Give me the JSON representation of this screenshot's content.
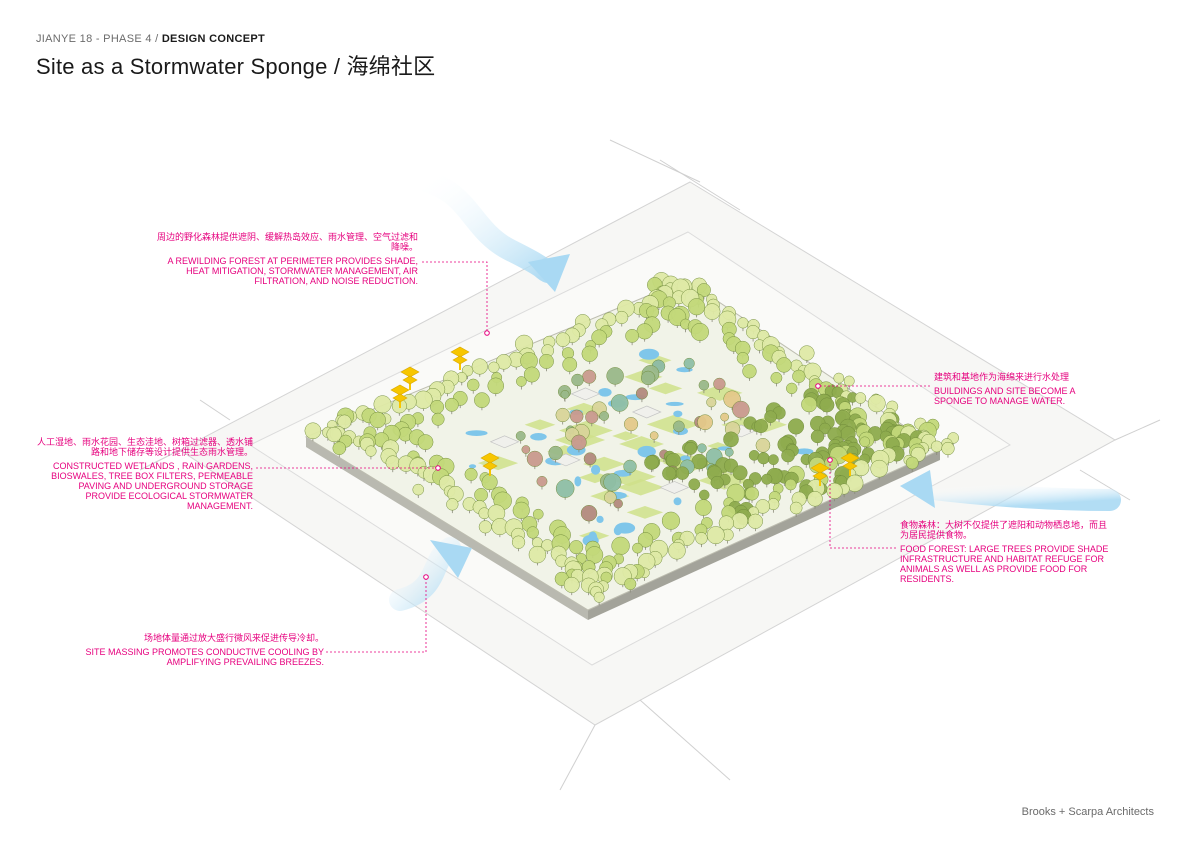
{
  "header": {
    "breadcrumb_prefix": "JIANYE 18 - PHASE 4 / ",
    "breadcrumb_current": "DESIGN CONCEPT",
    "title": "Site as a Stormwater Sponge / 海绵社区"
  },
  "annotations": {
    "forest": {
      "cn": "周边的野化森林提供遮阴、缓解热岛效应、雨水管理、空气过滤和降噪。",
      "en": "A REWILDING FOREST AT PERIMETER PROVIDES SHADE, HEAT MITIGATION, STORMWATER MANAGEMENT, AIR FILTRATION, AND NOISE REDUCTION."
    },
    "wetlands": {
      "cn": "人工湿地、雨水花园、生态洼地、树箱过滤器、透水铺路和地下储存等设计提供生态雨水管理。",
      "en": "CONSTRUCTED WETLANDS , RAIN GARDENS, BIOSWALES, TREE BOX FILTERS, PERMEABLE PAVING AND UNDERGROUND STORAGE PROVIDE ECOLOGICAL STORMWATER MANAGEMENT."
    },
    "massing": {
      "cn": "场地体量通过放大盛行微风来促进传导冷却。",
      "en": "SITE MASSING PROMOTES CONDUCTIVE COOLING BY AMPLIFYING PREVAILING BREEZES."
    },
    "sponge": {
      "cn": "建筑和基地作为海绵来进行水处理",
      "en": "BUILDINGS AND SITE BECOME A SPONGE TO MANAGE WATER."
    },
    "food": {
      "cn": "食物森林：大树不仅提供了遮阳和动物栖息地，而且为居民提供食物。",
      "en": "FOOD FOREST: LARGE TREES PROVIDE SHADE INFRASTRUCTURE AND HABITAT REFUGE FOR ANIMALS AS WELL AS PROVIDE FOOD FOR RESIDENTS."
    }
  },
  "footer": {
    "credit": "Brooks + Scarpa Architects"
  },
  "colors": {
    "accent": "#e6007e",
    "tree_light": "#dfeaa6",
    "tree_mid": "#c3d97a",
    "tree_dark": "#8fac4e",
    "water": "#7fc6ea",
    "breeze": "#a9d9f3",
    "building": "#f0f0ec",
    "solar": "#f7c600",
    "road": "#f4f4f2"
  }
}
